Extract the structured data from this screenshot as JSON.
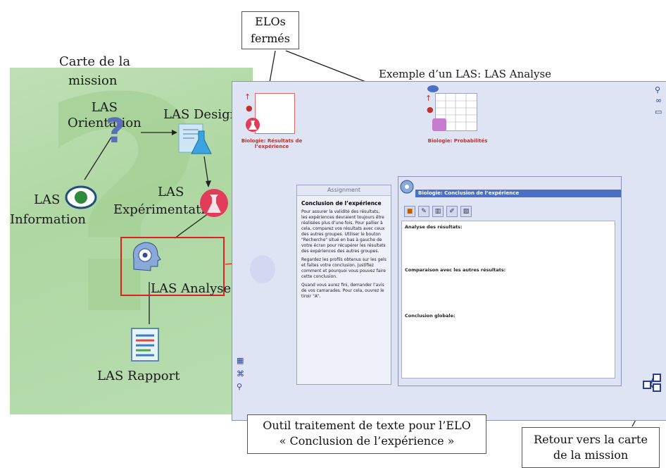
{
  "callouts": {
    "elos_closed": "ELOs\nfermés",
    "las_example": "Exemple d’un LAS: LAS Analyse",
    "editor_tool_line1": "Outil traitement de texte pour l’ELO",
    "editor_tool_line2": "« Conclusion de l’expérience »",
    "back_line1": "Retour vers la carte",
    "back_line2": "de la mission"
  },
  "map": {
    "title_line1": "Carte de la",
    "title_line2": "mission",
    "nodes": {
      "orientation": "LAS\nOrientation",
      "design": "LAS Design",
      "information_line1": "LAS",
      "information_line2": "Information",
      "experimentation_line1": "LAS",
      "experimentation_line2": "Expérimentation",
      "analyse": "LAS Analyse",
      "rapport": "LAS Rapport"
    }
  },
  "las": {
    "elo1_caption_line1": "Biologie: Résultats de",
    "elo1_caption_line2": "l’expérience",
    "elo2_caption": "Biologie: Probabilités",
    "assignment": {
      "header": "Assignment",
      "title": "Conclusion de l’expérience",
      "p1": "Pour assurer la validité des résultats, les expériences devraient toujours être réalisées plus d’une fois. Pour pallier à cela, comparez vos résultats avec ceux des autres groupes. Utiliser le bouton \"Recherche\" situé en bas à gauche de votre écran pour récupérer les résultats des expériences des autres groupes.",
      "p2": "Regardez les profils obtenus sur les gels et faites votre conclusion. Justifiez comment et pourquoi vous pouvez faire cette conclusion.",
      "p3": "Quand vous aurez fini, demander l’avis de vos camarades. Pour cela, ouvrez le tiroir \"A\"."
    },
    "editor": {
      "window_title": "Biologie: Conclusion de l’expérience",
      "line1": "Analyse des résultats:",
      "line2": "Comparaison avec les autres résultats:",
      "line3": "Conclusion globale:"
    }
  },
  "colors": {
    "highlight": "#e02020",
    "map_bg": "#aed7a2",
    "las_bg": "#dfe4f4"
  }
}
